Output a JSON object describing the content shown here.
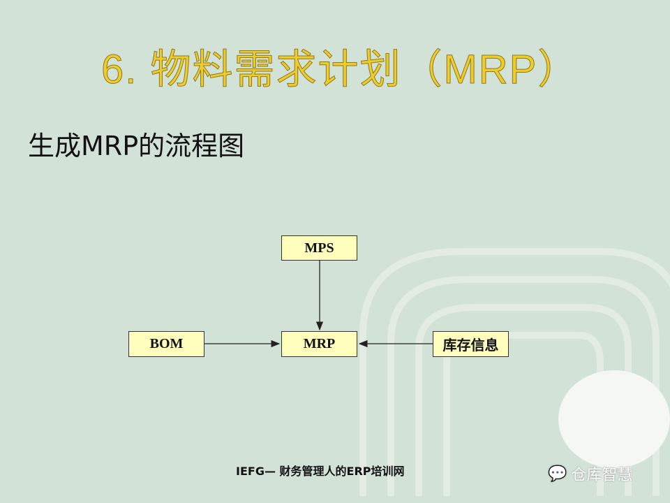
{
  "title": "6. 物料需求计划（MRP）",
  "subtitle": "生成MRP的流程图",
  "diagram": {
    "nodes": {
      "mps": "MPS",
      "bom": "BOM",
      "mrp": "MRP",
      "inventory": "库存信息"
    },
    "edges": [
      [
        "MPS",
        "MRP"
      ],
      [
        "BOM",
        "MRP"
      ],
      [
        "库存信息",
        "MRP"
      ]
    ]
  },
  "footer": "IEFG— 财务管理人的ERP培训网",
  "watermark": "仓库智慧"
}
